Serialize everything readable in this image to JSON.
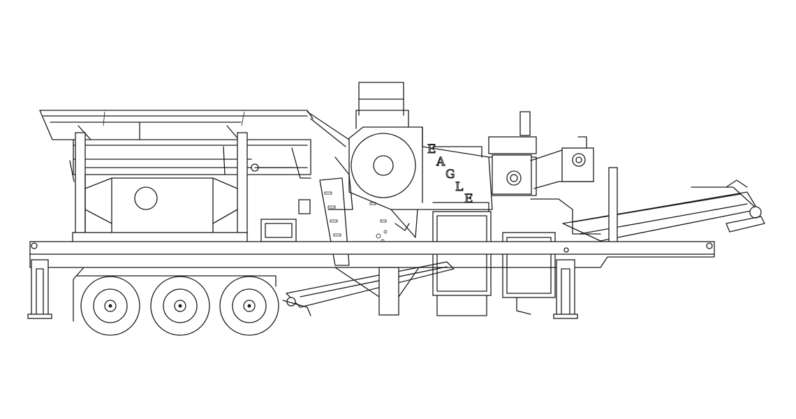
{
  "drawing": {
    "brand_letters": [
      "E",
      "A",
      "G",
      "L",
      "E"
    ],
    "line_color": "#1a1a1a",
    "background_color": "#ffffff"
  }
}
